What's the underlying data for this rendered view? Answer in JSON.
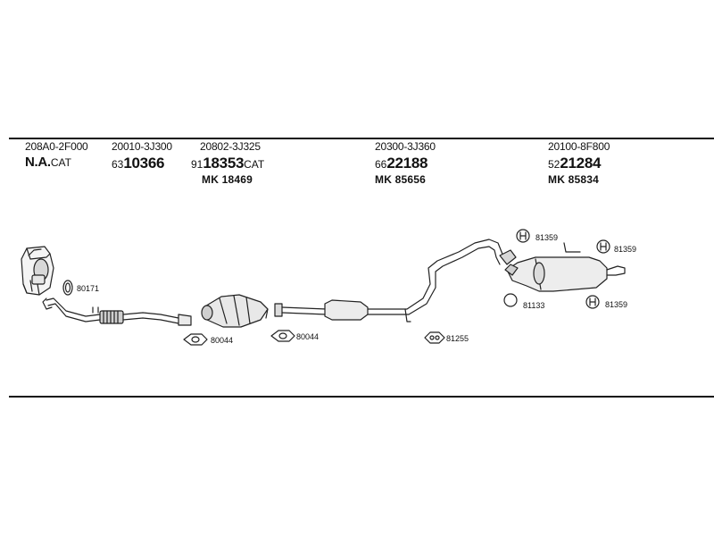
{
  "parts": [
    {
      "oem": "208A0-2F000",
      "prefix": "",
      "main": "N.A.",
      "suffix": "CAT",
      "mk": ""
    },
    {
      "oem": "20010-3J300",
      "prefix": "63",
      "main": "10366",
      "suffix": "",
      "mk": ""
    },
    {
      "oem": "20802-3J325",
      "prefix": "91",
      "main": "18353",
      "suffix": "CAT",
      "mk": "MK 18469"
    },
    {
      "oem": "20300-3J360",
      "prefix": "66",
      "main": "22188",
      "suffix": "",
      "mk": "MK 85656"
    },
    {
      "oem": "20100-8F800",
      "prefix": "52",
      "main": "21284",
      "suffix": "",
      "mk": "MK 85834"
    }
  ],
  "callouts": {
    "c1": "80171",
    "c2": "80044",
    "c3": "80044",
    "c4": "81255",
    "c5": "81359",
    "c6": "81359",
    "c7": "81133",
    "c8": "81359"
  }
}
